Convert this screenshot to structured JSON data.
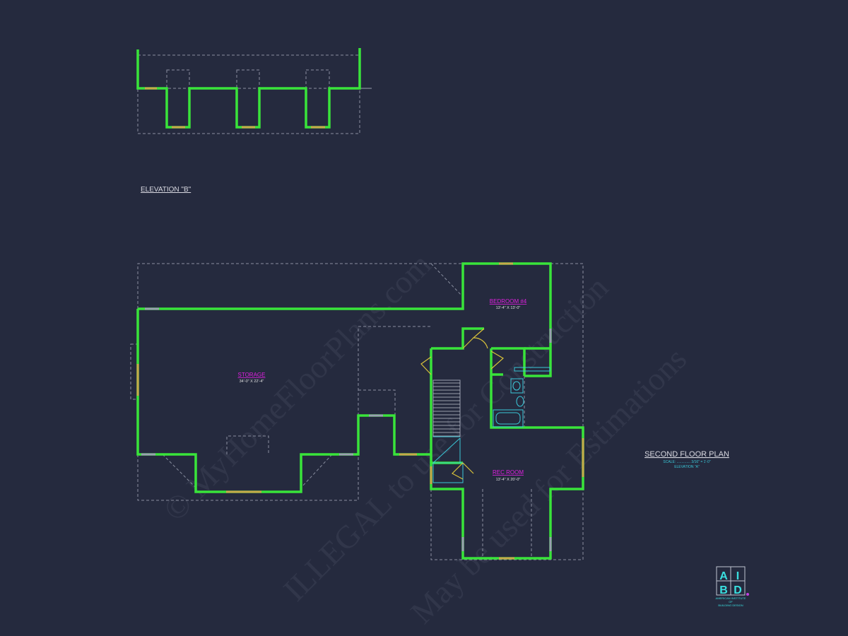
{
  "elevation": {
    "title": "ELEVATION \"B\""
  },
  "rooms": [
    {
      "name": "BEDROOM #4",
      "size": "13'-4\" X 13'-0\""
    },
    {
      "name": "STORAGE",
      "size": "34'-0\" X 22'-4\""
    },
    {
      "name": "REC ROOM",
      "size": "13'-4\" X 20'-0\""
    }
  ],
  "title_block": {
    "title": "SECOND FLOOR PLAN",
    "scale": "SCALE: .............. 3/16\" = 1'-0\"",
    "elevation": "ELEVATION \"A\""
  },
  "logo": {
    "letters": [
      "A",
      "I",
      "B",
      "D"
    ],
    "line1": "AMERICAN INSTITUTE",
    "line2": "OF",
    "line3": "BUILDING DESIGN"
  },
  "watermark": [
    "© MyHomeFloorPlans.com",
    "ILLEGAL to use for Construction",
    "May be used for Estimations"
  ],
  "colors": {
    "background": "#252a3e",
    "walls": "#39e43a",
    "room_label": "#e020e0",
    "accent": "#3ac8d8"
  }
}
